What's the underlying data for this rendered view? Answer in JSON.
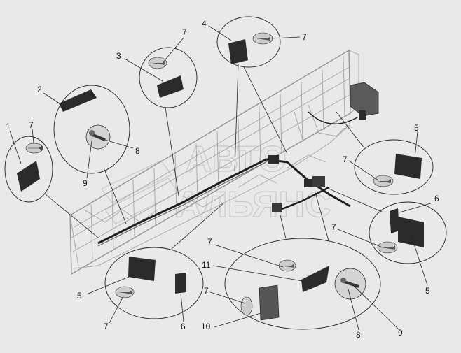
{
  "watermark": {
    "line1": "АВТО",
    "line2": "АЛЬЯНС"
  },
  "callouts": {
    "a": "1",
    "b": "7",
    "c": "2",
    "d": "9",
    "e": "8",
    "f": "3",
    "g": "7",
    "h": "4",
    "i": "7",
    "j": "5",
    "k": "7",
    "l": "6",
    "m": "7",
    "n": "5",
    "o": "7",
    "p": "11",
    "q": "7",
    "r": "10",
    "s": "8",
    "t": "9",
    "u": "5",
    "v": "7",
    "w": "6"
  },
  "colors": {
    "part": "#2b2b2b",
    "frame": "#8e8e8e",
    "background": "#e9e9e9"
  }
}
